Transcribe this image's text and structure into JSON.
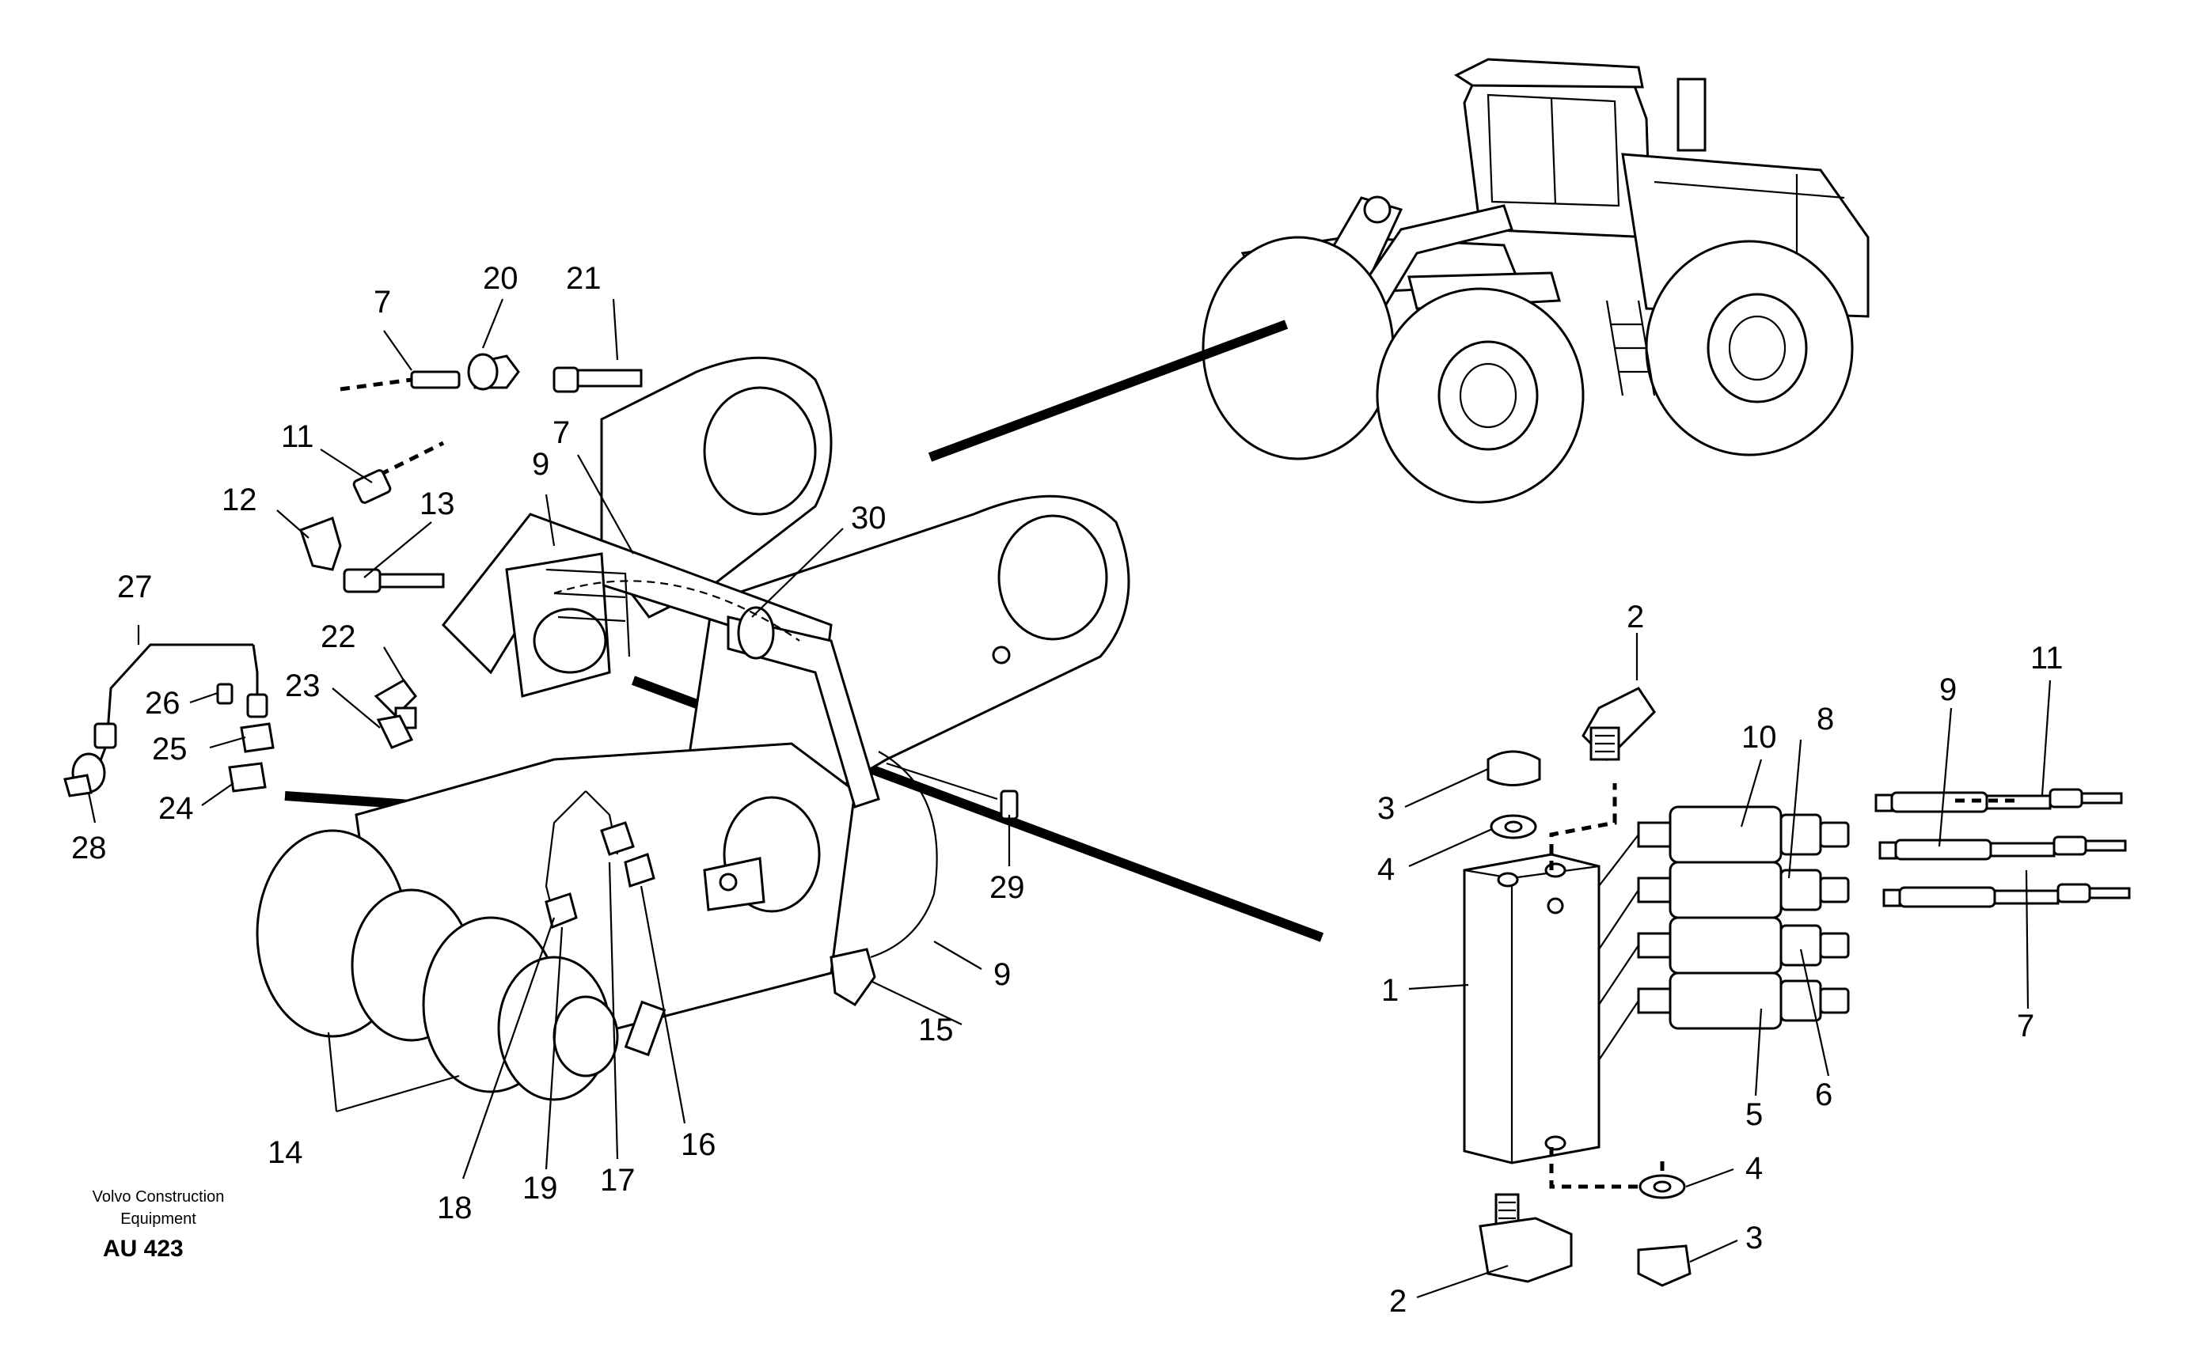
{
  "credit": {
    "line1": "Volvo Construction",
    "line2": "Equipment",
    "code": "AU 423"
  },
  "callouts": {
    "c7a": "7",
    "c20": "20",
    "c21": "21",
    "c11a": "11",
    "c12": "12",
    "c13": "13",
    "c7b": "7",
    "c9a": "9",
    "c30": "30",
    "c27": "27",
    "c26": "26",
    "c25": "25",
    "c24": "24",
    "c28": "28",
    "c22": "22",
    "c23": "23",
    "c29": "29",
    "c9b": "9",
    "c15": "15",
    "c14": "14",
    "c18": "18",
    "c19": "19",
    "c17": "17",
    "c16": "16",
    "d2a": "2",
    "d3a": "3",
    "d4a": "4",
    "d1": "1",
    "d10": "10",
    "d8": "8",
    "d9": "9",
    "d11": "11",
    "d7": "7",
    "d5": "5",
    "d6": "6",
    "d4b": "4",
    "d3b": "3",
    "d2b": "2"
  }
}
